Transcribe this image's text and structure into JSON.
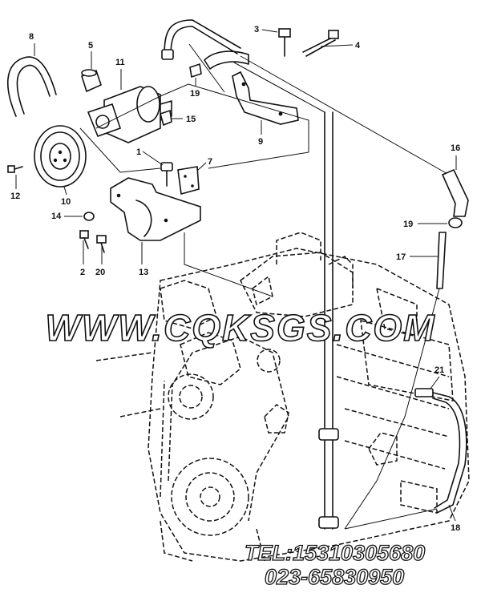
{
  "watermark": "WWW.CQKSGS.COM",
  "contact": {
    "line1": "TEL:15310305680",
    "line2": "023-65830950"
  },
  "callouts": [
    {
      "id": "c1",
      "label": "1"
    },
    {
      "id": "c2",
      "label": "2"
    },
    {
      "id": "c3",
      "label": "3"
    },
    {
      "id": "c4",
      "label": "4"
    },
    {
      "id": "c5",
      "label": "5"
    },
    {
      "id": "c7",
      "label": "7"
    },
    {
      "id": "c8",
      "label": "8"
    },
    {
      "id": "c9",
      "label": "9"
    },
    {
      "id": "c10",
      "label": "10"
    },
    {
      "id": "c11",
      "label": "11"
    },
    {
      "id": "c12",
      "label": "12"
    },
    {
      "id": "c13",
      "label": "13"
    },
    {
      "id": "c14",
      "label": "14"
    },
    {
      "id": "c15",
      "label": "15"
    },
    {
      "id": "c16",
      "label": "16"
    },
    {
      "id": "c17",
      "label": "17"
    },
    {
      "id": "c18",
      "label": "18"
    },
    {
      "id": "c19a",
      "label": "19"
    },
    {
      "id": "c19b",
      "label": "19"
    },
    {
      "id": "c20",
      "label": "20"
    },
    {
      "id": "c21",
      "label": "21"
    }
  ]
}
